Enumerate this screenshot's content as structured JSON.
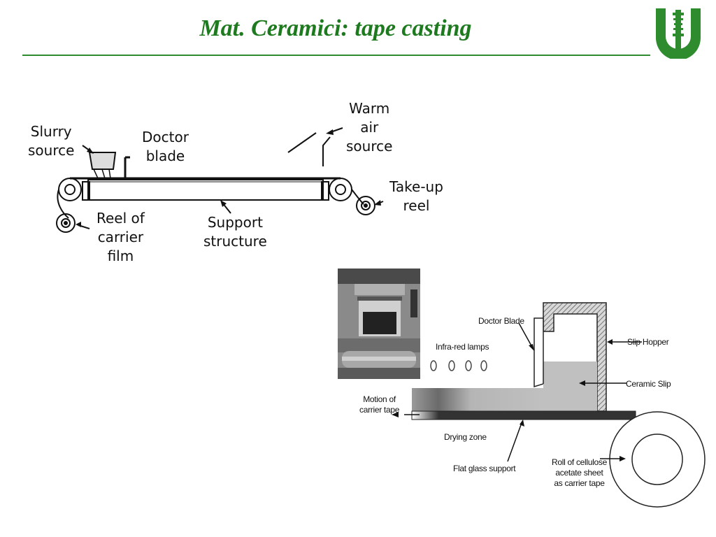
{
  "slide": {
    "title": "Mat. Ceramici: tape casting"
  },
  "diagram1": {
    "labels": {
      "slurry_source": "Slurry\nsource",
      "doctor_blade": "Doctor\nblade",
      "warm_air_source": "Warm\nair\nsource",
      "take_up_reel": "Take-up\nreel",
      "reel_of_carrier_film": "Reel of\ncarrier\nfilm",
      "support_structure": "Support\nstructure"
    }
  },
  "diagram2": {
    "labels": {
      "doctor_blade": "Doctor Blade",
      "slip_hopper": "Slip Hopper",
      "infra_red_lamps": "Infra-red lamps",
      "ceramic_slip": "Ceramic Slip",
      "motion_of_carrier_tape": "Motion of\ncarrier tape",
      "drying_zone": "Drying zone",
      "flat_glass_support": "Flat glass support",
      "roll_of_cellulose": "Roll of cellulose\nacetate sheet\nas carrier tape"
    }
  },
  "colors": {
    "title": "#1e7a1e",
    "rule": "#2e8b2e",
    "logo": "#2e8b2e"
  }
}
